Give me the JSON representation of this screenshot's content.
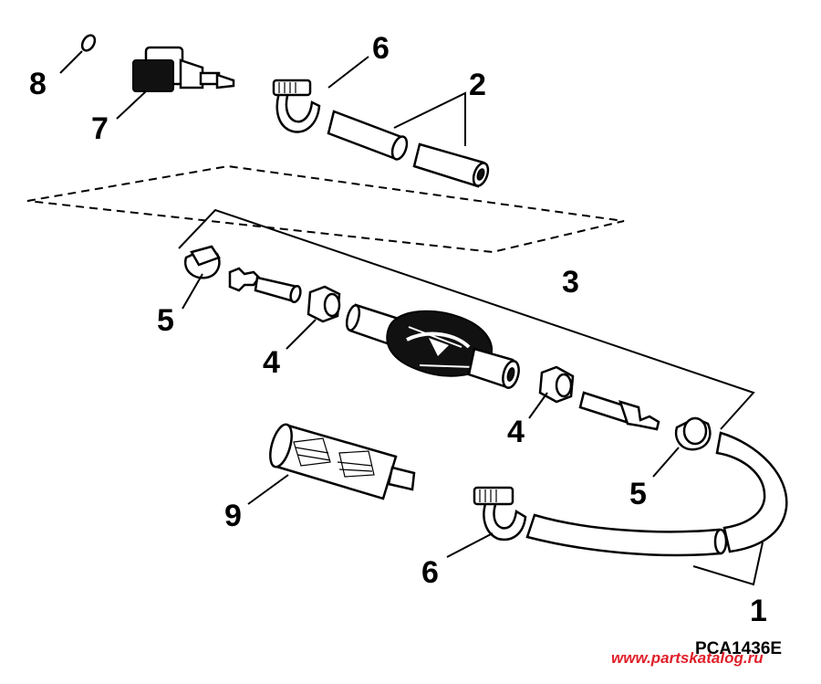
{
  "diagram": {
    "part_code": "PCA1436E",
    "watermark": "www.partskatalog.ru",
    "callouts": {
      "c1": "1",
      "c2": "2",
      "c3": "3",
      "c4a": "4",
      "c4b": "4",
      "c5a": "5",
      "c5b": "5",
      "c6a": "6",
      "c6b": "6",
      "c7": "7",
      "c8": "8",
      "c9": "9"
    }
  }
}
